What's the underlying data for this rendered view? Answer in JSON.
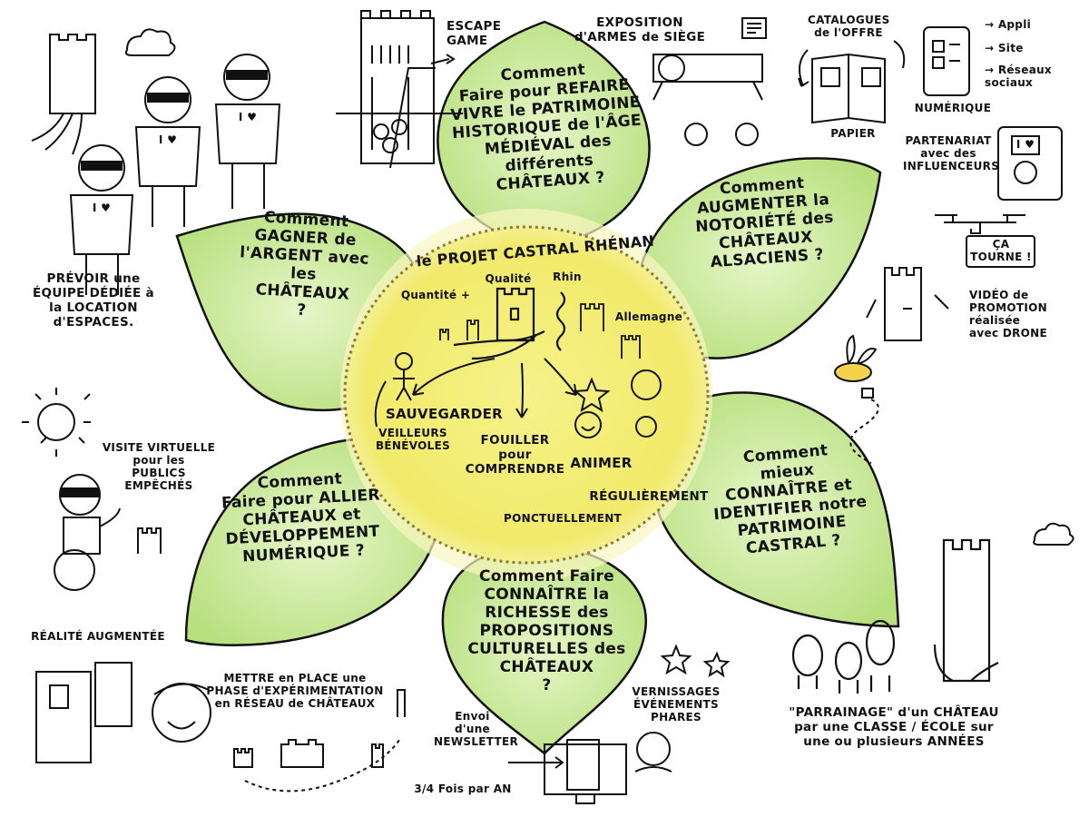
{
  "center": {
    "title": "le PROJET CASTRAL RHÉNAN",
    "quantite": "Quantité +",
    "qualite": "Qualité",
    "rhin": "Rhin",
    "allemagne": "Allemagne",
    "sauvegarder": "SAUVEGARDER",
    "veilleurs": "VEILLEURS\nBÉNÉVOLES",
    "fouiller": "FOUILLER\npour\nCOMPRENDRE",
    "animer": "ANIMER",
    "regulierement": "RÉGULIÈREMENT",
    "ponctuellement": "PONCTUELLEMENT"
  },
  "petals": {
    "top": "Comment\nFaire pour REFAIRE\nVIVRE le PATRIMOINE\nHISTORIQUE de l'ÂGE\nMÉDIÉVAL des différents\nCHÂTEAUX ?",
    "top_right": "Comment\nAUGMENTER la\nNOTORIÉTÉ des\nCHÂTEAUX\nALSACIENS ?",
    "right": "Comment\nmieux\nCONNAÎTRE et\nIDENTIFIER notre\nPATRIMOINE\nCASTRAL ?",
    "bottom": "Comment Faire\nCONNAÎTRE la\nRICHESSE des\nPROPOSITIONS\nCULTURELLES des\nCHÂTEAUX\n?",
    "bottom_left": "Comment\nFaire pour ALLIER\nCHÂTEAUX et\nDÉVELOPPEMENT\nNUMÉRIQUE ?",
    "left": "Comment\nGAGNER de\nl'ARGENT avec\nles\nCHÂTEAUX\n?"
  },
  "annotations": {
    "escape_game": "ESCAPE\nGAME",
    "exposition": "EXPOSITION\nd'ARMES de SIÈGE",
    "catalogues": "CATALOGUES\nde l'OFFRE",
    "papier": "PAPIER",
    "numerique": "NUMÉRIQUE",
    "appli": "→ Appli",
    "site": "→ Site",
    "reseaux": "→ Réseaux\nsociaux",
    "partenariat": "PARTENARIAT\navec des\nINFLUENCEURS",
    "ca_tourne": "ÇA\nTOURNE !",
    "video": "VIDÉO de\nPROMOTION\nréalisée\navec DRONE",
    "equipe": "PRÉVOIR une\nÉQUIPE DÉDIÉE à\nla LOCATION\nd'ESPACES.",
    "visite": "VISITE VIRTUELLE\npour les\nPUBLICS\nEMPÊCHÉS",
    "realite": "RÉALITÉ AUGMENTÉE",
    "experimentation": "METTRE en PLACE une\nPHASE d'EXPÉRIMENTATION\nen RÉSEAU de CHÂTEAUX",
    "newsletter": "Envoi\nd'une\nNEWSLETTER",
    "frequence": "3/4 Fois par AN",
    "vernissages": "VERNISSAGES\nÉVÉNEMENTS\nPHARES",
    "parrainage": "\"PARRAINAGE\" d'un CHÂTEAU\npar une CLASSE / ÉCOLE sur\nune ou plusieurs ANNÉES",
    "shirt_text": "I ♥"
  },
  "colors": {
    "petal": "#cdeba0",
    "petal_dark": "#9fd06a",
    "center": "#f3ee72",
    "center_halo": "#faf6b8",
    "ink": "#111111"
  }
}
